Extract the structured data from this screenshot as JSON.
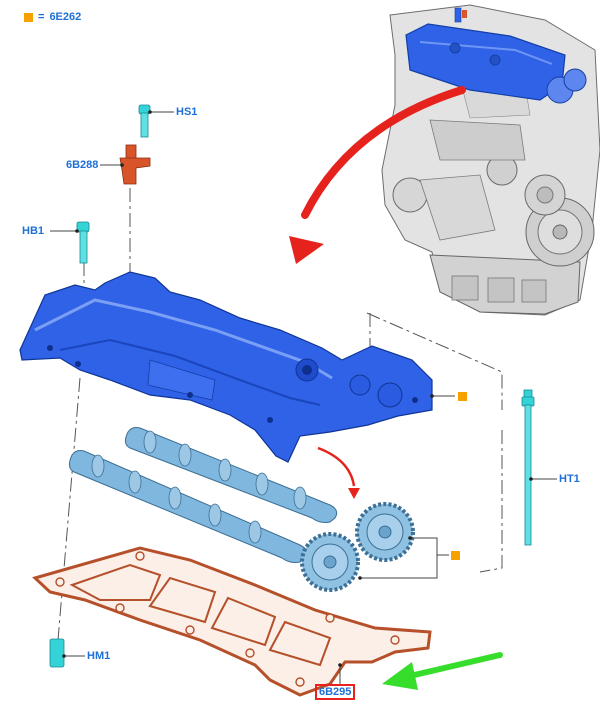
{
  "legend": {
    "symbol": "=",
    "part": "6E262",
    "marker_color": "#f7a100"
  },
  "labels": {
    "hs1": "HS1",
    "b6b288": "6B288",
    "hb1": "HB1",
    "ht1": "HT1",
    "hm1": "HM1",
    "b6b295": "6B295"
  },
  "colors": {
    "label_text": "#1e6fd6",
    "cover_blue": "#2f62e6",
    "camshaft_blue": "#7fb7de",
    "gasket": "#b5502b",
    "arrow_red": "#e5221c",
    "arrow_green": "#37dd2b",
    "highlight_box": "#e8231f",
    "fastener_cyan": "#34d3d8",
    "sensor_orange": "#d8552a",
    "engine_grey": "#dcdcdc"
  },
  "icons": [
    "engine-illustration",
    "red-curved-arrow",
    "green-arrow",
    "marker-square"
  ]
}
